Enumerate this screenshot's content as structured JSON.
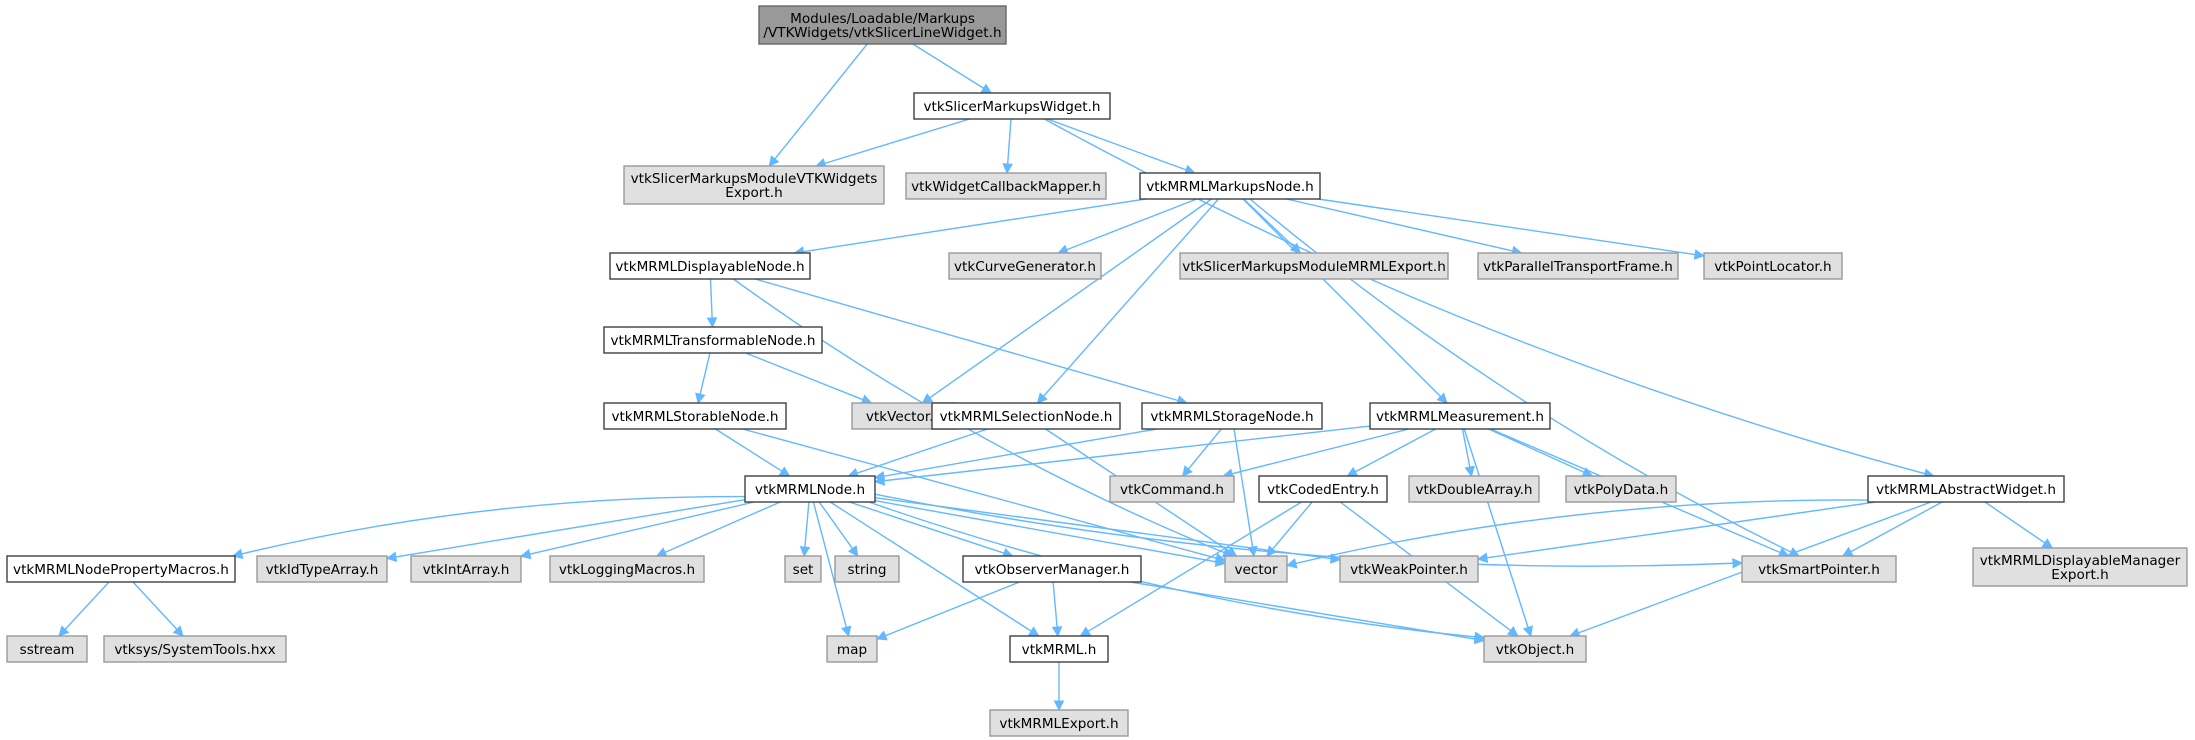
{
  "graph": {
    "nodes": [
      {
        "id": "root",
        "lines": [
          "Modules/Loadable/Markups",
          "/VTKWidgets/vtkSlicerLineWidget.h"
        ],
        "kind": "root"
      },
      {
        "id": "vtkSlicerMarkupsModuleVTKWidgetsExport",
        "lines": [
          "vtkSlicerMarkupsModuleVTKWidgets",
          "Export.h"
        ],
        "kind": "ext"
      },
      {
        "id": "vtkSlicerMarkupsWidget",
        "lines": [
          "vtkSlicerMarkupsWidget.h"
        ],
        "kind": "doc"
      },
      {
        "id": "vtkWidgetCallbackMapper",
        "lines": [
          "vtkWidgetCallbackMapper.h"
        ],
        "kind": "ext"
      },
      {
        "id": "vtkMRMLMarkupsNode",
        "lines": [
          "vtkMRMLMarkupsNode.h"
        ],
        "kind": "doc"
      },
      {
        "id": "vtkMRMLDisplayableNode",
        "lines": [
          "vtkMRMLDisplayableNode.h"
        ],
        "kind": "doc"
      },
      {
        "id": "vtkCurveGenerator",
        "lines": [
          "vtkCurveGenerator.h"
        ],
        "kind": "ext"
      },
      {
        "id": "vtkSlicerMarkupsModuleMRMLExport",
        "lines": [
          "vtkSlicerMarkupsModuleMRMLExport.h"
        ],
        "kind": "ext"
      },
      {
        "id": "vtkParallelTransportFrame",
        "lines": [
          "vtkParallelTransportFrame.h"
        ],
        "kind": "ext"
      },
      {
        "id": "vtkPointLocator",
        "lines": [
          "vtkPointLocator.h"
        ],
        "kind": "ext"
      },
      {
        "id": "vtkMRMLTransformableNode",
        "lines": [
          "vtkMRMLTransformableNode.h"
        ],
        "kind": "doc"
      },
      {
        "id": "vtkMRMLStorableNode",
        "lines": [
          "vtkMRMLStorableNode.h"
        ],
        "kind": "doc"
      },
      {
        "id": "vtkVector",
        "lines": [
          "vtkVector.h"
        ],
        "kind": "ext"
      },
      {
        "id": "vtkMRMLSelectionNode",
        "lines": [
          "vtkMRMLSelectionNode.h"
        ],
        "kind": "doc"
      },
      {
        "id": "vtkMRMLStorageNode",
        "lines": [
          "vtkMRMLStorageNode.h"
        ],
        "kind": "doc"
      },
      {
        "id": "vtkMRMLMeasurement",
        "lines": [
          "vtkMRMLMeasurement.h"
        ],
        "kind": "doc"
      },
      {
        "id": "vtkMRMLAbstractWidget",
        "lines": [
          "vtkMRMLAbstractWidget.h"
        ],
        "kind": "doc"
      },
      {
        "id": "vtkMRMLNode",
        "lines": [
          "vtkMRMLNode.h"
        ],
        "kind": "doc"
      },
      {
        "id": "vtkCommand",
        "lines": [
          "vtkCommand.h"
        ],
        "kind": "ext"
      },
      {
        "id": "vtkCodedEntry",
        "lines": [
          "vtkCodedEntry.h"
        ],
        "kind": "doc"
      },
      {
        "id": "vtkDoubleArray",
        "lines": [
          "vtkDoubleArray.h"
        ],
        "kind": "ext"
      },
      {
        "id": "vtkPolyData",
        "lines": [
          "vtkPolyData.h"
        ],
        "kind": "ext"
      },
      {
        "id": "vtkMRMLNodePropertyMacros",
        "lines": [
          "vtkMRMLNodePropertyMacros.h"
        ],
        "kind": "doc"
      },
      {
        "id": "vtkIdTypeArray",
        "lines": [
          "vtkIdTypeArray.h"
        ],
        "kind": "ext"
      },
      {
        "id": "vtkIntArray",
        "lines": [
          "vtkIntArray.h"
        ],
        "kind": "ext"
      },
      {
        "id": "vtkLoggingMacros",
        "lines": [
          "vtkLoggingMacros.h"
        ],
        "kind": "ext"
      },
      {
        "id": "set",
        "lines": [
          "set"
        ],
        "kind": "ext"
      },
      {
        "id": "string",
        "lines": [
          "string"
        ],
        "kind": "ext"
      },
      {
        "id": "vtkObserverManager",
        "lines": [
          "vtkObserverManager.h"
        ],
        "kind": "doc"
      },
      {
        "id": "vector",
        "lines": [
          "vector"
        ],
        "kind": "ext"
      },
      {
        "id": "vtkWeakPointer",
        "lines": [
          "vtkWeakPointer.h"
        ],
        "kind": "ext"
      },
      {
        "id": "vtkSmartPointer",
        "lines": [
          "vtkSmartPointer.h"
        ],
        "kind": "ext"
      },
      {
        "id": "vtkMRMLDisplayableManagerExport",
        "lines": [
          "vtkMRMLDisplayableManager",
          "Export.h"
        ],
        "kind": "ext"
      },
      {
        "id": "sstream",
        "lines": [
          "sstream"
        ],
        "kind": "ext"
      },
      {
        "id": "vtksysSystemTools",
        "lines": [
          "vtksys/SystemTools.hxx"
        ],
        "kind": "ext"
      },
      {
        "id": "map",
        "lines": [
          "map"
        ],
        "kind": "ext"
      },
      {
        "id": "vtkMRML",
        "lines": [
          "vtkMRML.h"
        ],
        "kind": "doc"
      },
      {
        "id": "vtkObject",
        "lines": [
          "vtkObject.h"
        ],
        "kind": "ext"
      },
      {
        "id": "vtkMRMLExport",
        "lines": [
          "vtkMRMLExport.h"
        ],
        "kind": "ext"
      }
    ],
    "edges": [
      [
        "root",
        "vtkSlicerMarkupsModuleVTKWidgetsExport"
      ],
      [
        "root",
        "vtkSlicerMarkupsWidget"
      ],
      [
        "vtkSlicerMarkupsWidget",
        "vtkSlicerMarkupsModuleVTKWidgetsExport"
      ],
      [
        "vtkSlicerMarkupsWidget",
        "vtkWidgetCallbackMapper"
      ],
      [
        "vtkSlicerMarkupsWidget",
        "vtkMRMLMarkupsNode"
      ],
      [
        "vtkSlicerMarkupsWidget",
        "vtkMRMLAbstractWidget"
      ],
      [
        "vtkMRMLMarkupsNode",
        "vtkMRMLDisplayableNode"
      ],
      [
        "vtkMRMLMarkupsNode",
        "vtkCurveGenerator"
      ],
      [
        "vtkMRMLMarkupsNode",
        "vtkSlicerMarkupsModuleMRMLExport"
      ],
      [
        "vtkMRMLMarkupsNode",
        "vtkParallelTransportFrame"
      ],
      [
        "vtkMRMLMarkupsNode",
        "vtkPointLocator"
      ],
      [
        "vtkMRMLMarkupsNode",
        "vtkVector"
      ],
      [
        "vtkMRMLMarkupsNode",
        "vtkMRMLSelectionNode"
      ],
      [
        "vtkMRMLMarkupsNode",
        "vtkMRMLMeasurement"
      ],
      [
        "vtkMRMLMarkupsNode",
        "vtkSmartPointer"
      ],
      [
        "vtkMRMLDisplayableNode",
        "vtkMRMLTransformableNode"
      ],
      [
        "vtkMRMLDisplayableNode",
        "vtkMRMLStorageNode"
      ],
      [
        "vtkMRMLDisplayableNode",
        "vector"
      ],
      [
        "vtkMRMLTransformableNode",
        "vtkMRMLStorableNode"
      ],
      [
        "vtkMRMLTransformableNode",
        "vtkVector"
      ],
      [
        "vtkMRMLStorableNode",
        "vtkMRMLNode"
      ],
      [
        "vtkMRMLStorableNode",
        "vector"
      ],
      [
        "vtkMRMLSelectionNode",
        "vtkMRMLNode"
      ],
      [
        "vtkMRMLSelectionNode",
        "vector"
      ],
      [
        "vtkMRMLStorageNode",
        "vtkMRMLNode"
      ],
      [
        "vtkMRMLStorageNode",
        "vtkCommand"
      ],
      [
        "vtkMRMLStorageNode",
        "vector"
      ],
      [
        "vtkMRMLMeasurement",
        "vtkMRMLNode"
      ],
      [
        "vtkMRMLMeasurement",
        "vtkCommand"
      ],
      [
        "vtkMRMLMeasurement",
        "vtkCodedEntry"
      ],
      [
        "vtkMRMLMeasurement",
        "vtkDoubleArray"
      ],
      [
        "vtkMRMLMeasurement",
        "vtkPolyData"
      ],
      [
        "vtkMRMLMeasurement",
        "vtkObject"
      ],
      [
        "vtkMRMLMeasurement",
        "vtkSmartPointer"
      ],
      [
        "vtkMRMLNode",
        "vtkMRMLNodePropertyMacros"
      ],
      [
        "vtkMRMLNode",
        "vtkIdTypeArray"
      ],
      [
        "vtkMRMLNode",
        "vtkIntArray"
      ],
      [
        "vtkMRMLNode",
        "vtkLoggingMacros"
      ],
      [
        "vtkMRMLNode",
        "set"
      ],
      [
        "vtkMRMLNode",
        "string"
      ],
      [
        "vtkMRMLNode",
        "vtkObserverManager"
      ],
      [
        "vtkMRMLNode",
        "vector"
      ],
      [
        "vtkMRMLNode",
        "vtkWeakPointer"
      ],
      [
        "vtkMRMLNode",
        "vtkSmartPointer"
      ],
      [
        "vtkMRMLNode",
        "map"
      ],
      [
        "vtkMRMLNode",
        "vtkMRML"
      ],
      [
        "vtkMRMLNode",
        "vtkObject"
      ],
      [
        "vtkCodedEntry",
        "vector"
      ],
      [
        "vtkCodedEntry",
        "vtkMRML"
      ],
      [
        "vtkCodedEntry",
        "vtkObject"
      ],
      [
        "vtkMRMLAbstractWidget",
        "vector"
      ],
      [
        "vtkMRMLAbstractWidget",
        "vtkWeakPointer"
      ],
      [
        "vtkMRMLAbstractWidget",
        "vtkSmartPointer"
      ],
      [
        "vtkMRMLAbstractWidget",
        "vtkMRMLDisplayableManagerExport"
      ],
      [
        "vtkMRMLAbstractWidget",
        "vtkObject"
      ],
      [
        "vtkMRMLNodePropertyMacros",
        "sstream"
      ],
      [
        "vtkMRMLNodePropertyMacros",
        "vtksysSystemTools"
      ],
      [
        "vtkObserverManager",
        "map"
      ],
      [
        "vtkObserverManager",
        "vtkMRML"
      ],
      [
        "vtkObserverManager",
        "vtkObject"
      ],
      [
        "vtkMRML",
        "vtkMRMLExport"
      ]
    ]
  },
  "colors": {
    "edge": "#63b8ff",
    "doc_fill": "#ffffff",
    "doc_border": "#404040",
    "ext_fill": "#e0e0e0",
    "ext_border": "#999999",
    "root_fill": "#999999",
    "root_border": "#666666"
  }
}
